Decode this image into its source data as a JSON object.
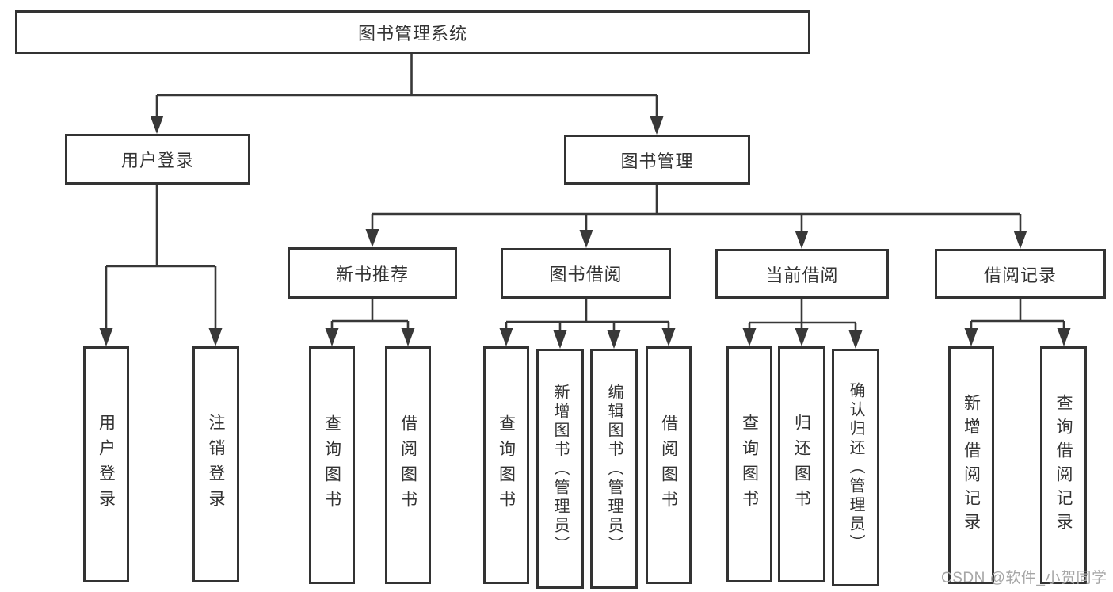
{
  "tree": {
    "label": "图书管理系统",
    "children": [
      {
        "label": "用户登录",
        "children": [
          {
            "label": "用户登录"
          },
          {
            "label": "注销登录"
          }
        ]
      },
      {
        "label": "图书管理",
        "children": [
          {
            "label": "新书推荐",
            "children": [
              {
                "label": "查询图书"
              },
              {
                "label": "借阅图书"
              }
            ]
          },
          {
            "label": "图书借阅",
            "children": [
              {
                "label": "查询图书"
              },
              {
                "label": "新增图书（管理员）"
              },
              {
                "label": "编辑图书（管理员）"
              },
              {
                "label": "借阅图书"
              }
            ]
          },
          {
            "label": "当前借阅",
            "children": [
              {
                "label": "查询图书"
              },
              {
                "label": "归还图书"
              },
              {
                "label": "确认归还（管理员）"
              }
            ]
          },
          {
            "label": "借阅记录",
            "children": [
              {
                "label": "新增借阅记录"
              },
              {
                "label": "查询借阅记录"
              }
            ]
          }
        ]
      }
    ]
  },
  "watermark": {
    "text": "CSDN @软件_小贺同学"
  },
  "colors": {
    "line": "#383838",
    "box_border": "#333333",
    "text": "#333333",
    "watermark": "#a6a6a6",
    "background": "#ffffff"
  }
}
